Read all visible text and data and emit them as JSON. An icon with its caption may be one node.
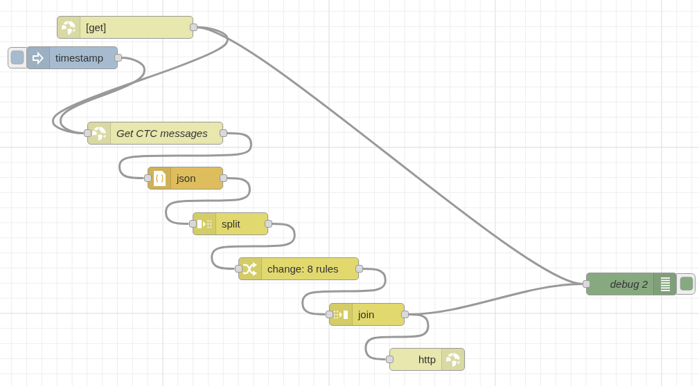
{
  "diagram": {
    "nodes": [
      {
        "text": [
          "[get]"
        ]
      },
      {
        "text": [
          "timestamp"
        ]
      },
      {
        "text": [
          "Get CTC messages"
        ]
      },
      {
        "text": [
          "json"
        ]
      },
      {
        "text": [
          "split"
        ]
      },
      {
        "text": [
          "change: 8 rules"
        ]
      },
      {
        "text": [
          "join"
        ]
      },
      {
        "text": [
          "http"
        ]
      },
      {
        "text": [
          "debug 2"
        ]
      }
    ],
    "edges": [
      {
        "from": 0,
        "to": 8,
        "arrow": "none"
      },
      {
        "from": 0,
        "to": 2,
        "arrow": "none"
      },
      {
        "from": 1,
        "to": 2,
        "arrow": "none"
      },
      {
        "from": 2,
        "to": 3,
        "arrow": "none"
      },
      {
        "from": 3,
        "to": 4,
        "arrow": "none"
      },
      {
        "from": 4,
        "to": 5,
        "arrow": "none"
      },
      {
        "from": 5,
        "to": 6,
        "arrow": "none"
      },
      {
        "from": 6,
        "to": 8,
        "arrow": "none"
      },
      {
        "from": 6,
        "to": 7,
        "arrow": "none"
      }
    ]
  }
}
